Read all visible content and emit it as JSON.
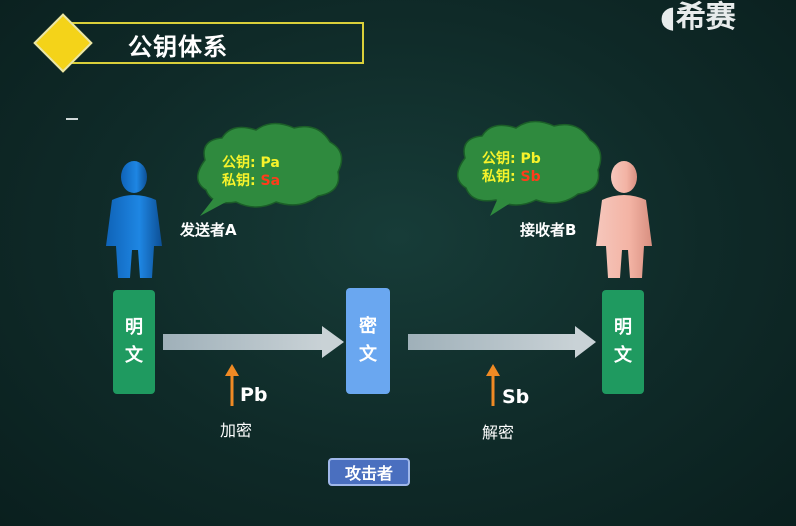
{
  "title": "公钥体系",
  "brand": "希赛",
  "sender": {
    "label": "发送者A",
    "public_label": "公钥:",
    "public_value": "Pa",
    "private_label": "私钥:",
    "private_value": "Sa"
  },
  "receiver": {
    "label": "接收者B",
    "public_label": "公钥:",
    "public_value": "Pb",
    "private_label": "私钥:",
    "private_value": "Sb"
  },
  "plaintext_left": [
    "明",
    "文"
  ],
  "ciphertext": [
    "密",
    "文"
  ],
  "plaintext_right": [
    "明",
    "文"
  ],
  "encrypt": {
    "key": "Pb",
    "label": "加密"
  },
  "decrypt": {
    "key": "Sb",
    "label": "解密"
  },
  "attacker": "攻击者",
  "colors": {
    "background": "#0f2a28",
    "accent_yellow": "#f4d319",
    "sender_blue": "#1e7fd8",
    "receiver_pink": "#f2b3a6",
    "plaintext_green": "#1f9a60",
    "cipher_blue": "#6aa7f0",
    "cloud_green": "#2f8a3e",
    "arrow_gray": "#b4bec4",
    "key_arrow_orange": "#f08a24",
    "private_red": "#ff3c1a",
    "public_yellow": "#f7f32b"
  }
}
